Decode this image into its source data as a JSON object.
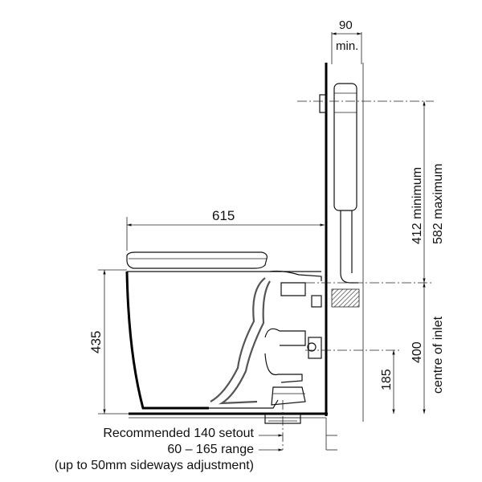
{
  "dimensions": {
    "wall_min": "90",
    "wall_min_unit": "min.",
    "depth": "615",
    "height": "435",
    "cistern_range_min": "412 minimum",
    "cistern_range_max": "582 maximum",
    "inlet_height": "400",
    "inlet_label": "centre of inlet",
    "outlet_height": "185"
  },
  "notes": {
    "line1": "Recommended 140 setout",
    "line2": "60 – 165 range",
    "line3": "(up to 50mm sideways adjustment)"
  }
}
